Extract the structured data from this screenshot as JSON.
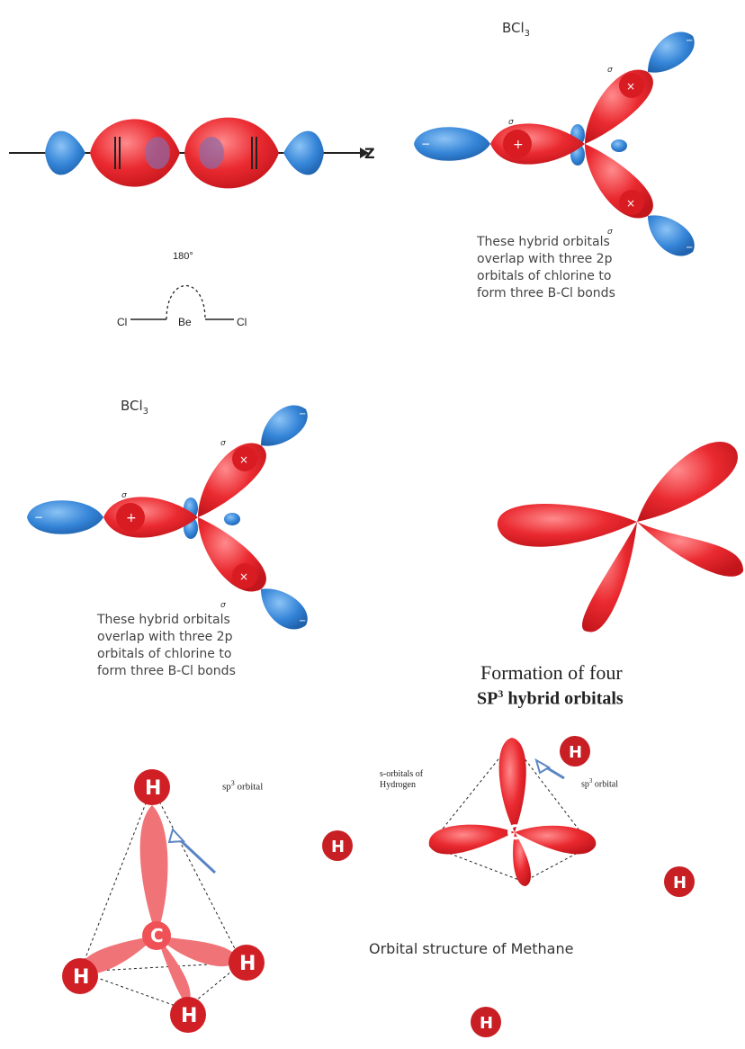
{
  "colors": {
    "lobe_red": "#e8242b",
    "lobe_blue": "#2f7fd6",
    "h_sphere": "#c81f24",
    "background": "#ffffff"
  },
  "beh2": {
    "axis_label": "Z",
    "angle_label": "180°",
    "structure": {
      "left": "Cl",
      "center": "Be",
      "right": "Cl"
    }
  },
  "bcl3_top": {
    "title": "BCl",
    "title_sub": "3",
    "sigma": "σ",
    "caption": [
      "These hybrid orbitals",
      "overlap with three 2p",
      "orbitals of chlorine to",
      "form three B-Cl bonds"
    ]
  },
  "bcl3_mid": {
    "title": "BCl",
    "title_sub": "3",
    "sigma": "σ",
    "caption": [
      "These hybrid orbitals",
      "overlap with three 2p",
      "orbitals of chlorine to",
      "form three B-Cl bonds"
    ]
  },
  "sp3": {
    "caption_line1": "Formation of four",
    "caption_line2_pre": "SP",
    "caption_line2_sup": "3",
    "caption_line2_post": " hybrid orbitals"
  },
  "methane_left": {
    "center": "C",
    "atom": "H",
    "orbital_label_pre": "sp",
    "orbital_label_sup": "3",
    "orbital_label_post": " orbital"
  },
  "methane_right": {
    "center": "C",
    "atom": "H",
    "s_label": [
      "s-orbitals of",
      "Hydrogen"
    ],
    "orbital_label_pre": "sp",
    "orbital_label_sup": "3",
    "orbital_label_post": " orbital",
    "caption": "Orbital structure of Methane"
  }
}
